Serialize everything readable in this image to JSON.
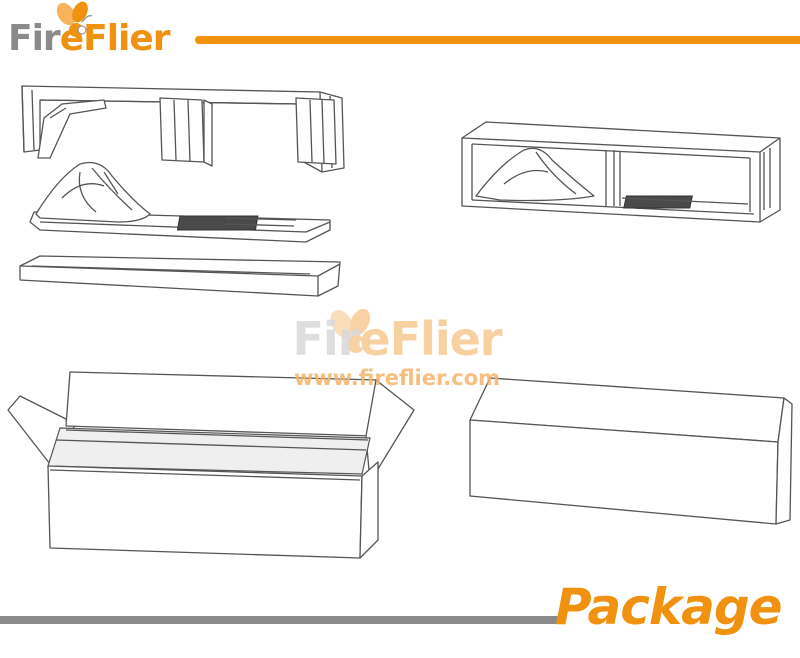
{
  "brand": {
    "name_part1": "Fir",
    "name_part2": "e",
    "name_part3": "Flier"
  },
  "watermark": {
    "name_part1": "Fir",
    "name_part2": "e",
    "name_part3": "Flier",
    "url": "www.fireflier.com"
  },
  "caption": "Package",
  "colors": {
    "accent": "#f0920f",
    "gray": "#8a8a8a",
    "line": "#555555"
  },
  "icons": {
    "logo_mark": "firefly-icon"
  }
}
